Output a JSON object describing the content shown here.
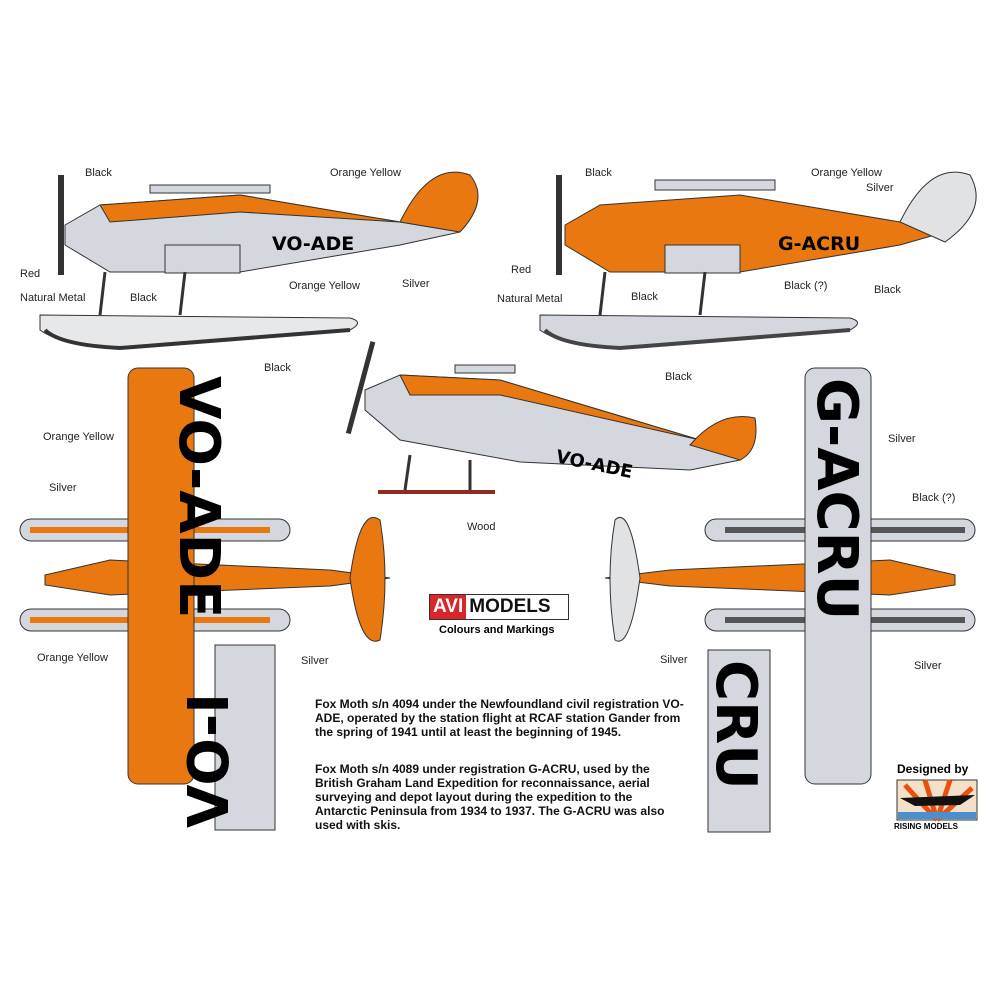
{
  "colors": {
    "orange": "#e8780f",
    "silver": "#d4d8de",
    "black": "#333333",
    "wood": "#8b2d1a",
    "red": "#d8262a"
  },
  "aircraft_1": {
    "registration": "VO-ADE",
    "labels": [
      "Black",
      "Orange Yellow",
      "Red",
      "Natural Metal",
      "Black",
      "Orange Yellow",
      "Silver",
      "Black"
    ]
  },
  "aircraft_2": {
    "registration": "G-ACRU",
    "labels": [
      "Black",
      "Orange Yellow",
      "Silver",
      "Red",
      "Natural Metal",
      "Black",
      "Black (?)",
      "Black",
      "Black"
    ]
  },
  "aircraft_3": {
    "registration": "VO-ADE",
    "labels": [
      "Wood"
    ]
  },
  "topview_1": {
    "upper_wing": "VO-ADE",
    "lower_wing": "VO-I",
    "labels": [
      "Orange Yellow",
      "Silver",
      "Orange Yellow",
      "Silver"
    ]
  },
  "topview_2": {
    "upper_wing": "G-ACRU",
    "lower_wing": "CRU",
    "labels": [
      "Silver",
      "Black (?)",
      "Silver",
      "Silver"
    ]
  },
  "brand": {
    "avi": "AVI",
    "models": "MODELS",
    "subtitle": "Colours and Markings",
    "designed_by": "Designed by",
    "designer": "RISING MODELS"
  },
  "description": [
    "Fox Moth s/n 4094 under the Newfoundland civil registration VO-ADE, operated by the station flight at RCAF station Gander from the spring of 1941 until at least the beginning of 1945.",
    "Fox Moth s/n 4089 under registration G-ACRU, used by the British Graham Land Expedition for reconnaissance, aerial surveying and depot layout during the expedition to the Antarctic Peninsula from 1934 to 1937. The G-ACRU was also used with skis."
  ]
}
